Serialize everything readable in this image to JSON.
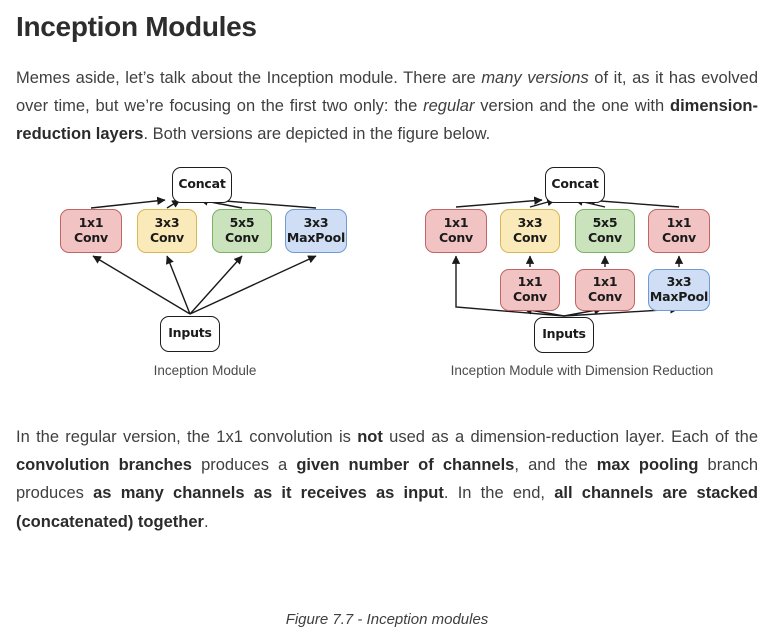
{
  "page": {
    "title": "Inception Modules",
    "intro_paragraph": {
      "segments": [
        {
          "text": "Memes aside, let’s talk about the Inception module. There are ",
          "style": "normal"
        },
        {
          "text": "many versions",
          "style": "italic"
        },
        {
          "text": " of it, as it has evolved over time, but we’re focusing on the first two only: the ",
          "style": "normal"
        },
        {
          "text": "regular",
          "style": "italic"
        },
        {
          "text": " version and the one with ",
          "style": "normal"
        },
        {
          "text": "dimension-reduction layers",
          "style": "bold"
        },
        {
          "text": ". Both versions are depicted in the figure below.",
          "style": "normal"
        }
      ]
    },
    "closing_paragraph": {
      "segments": [
        {
          "text": "In the regular version, the 1x1 convolution is ",
          "style": "normal"
        },
        {
          "text": "not",
          "style": "bold"
        },
        {
          "text": " used as a dimension-reduction layer. Each of the ",
          "style": "normal"
        },
        {
          "text": "convolution branches",
          "style": "bold"
        },
        {
          "text": " produces a ",
          "style": "normal"
        },
        {
          "text": "given number of channels",
          "style": "bold"
        },
        {
          "text": ", and the ",
          "style": "normal"
        },
        {
          "text": "max pooling",
          "style": "bold"
        },
        {
          "text": " branch produces ",
          "style": "normal"
        },
        {
          "text": "as many channels as it receives as input",
          "style": "bold"
        },
        {
          "text": ". In the end, ",
          "style": "normal"
        },
        {
          "text": "all channels are stacked (concatenated) together",
          "style": "bold"
        },
        {
          "text": ".",
          "style": "normal"
        }
      ]
    }
  },
  "figure": {
    "caption": "Figure 7.7 - Inception modules",
    "colors": {
      "red": "#f2c3c3",
      "red_border": "#c06464",
      "yellow": "#fbeab9",
      "yellow_border": "#d8b756",
      "green": "#cbe3bc",
      "green_border": "#79b363",
      "blue": "#cfdef4",
      "blue_border": "#6f9bd2",
      "plain": "#ffffff",
      "edge": "#1a1a1a"
    },
    "diagrams": [
      {
        "id": "left",
        "label": "Inception Module",
        "nodes": [
          {
            "id": "concat",
            "line1": "Concat",
            "line2": "",
            "color": "plain"
          },
          {
            "id": "conv1x1",
            "line1": "1x1",
            "line2": "Conv",
            "color": "red"
          },
          {
            "id": "conv3x3",
            "line1": "3x3",
            "line2": "Conv",
            "color": "yellow"
          },
          {
            "id": "conv5x5",
            "line1": "5x5",
            "line2": "Conv",
            "color": "green"
          },
          {
            "id": "maxpool",
            "line1": "3x3",
            "line2": "MaxPool",
            "color": "blue"
          },
          {
            "id": "inputs",
            "line1": "Inputs",
            "line2": "",
            "color": "plain"
          }
        ]
      },
      {
        "id": "right",
        "label": "Inception Module with Dimension Reduction",
        "nodes": [
          {
            "id": "concat",
            "line1": "Concat",
            "line2": "",
            "color": "plain"
          },
          {
            "id": "conv1x1-a",
            "line1": "1x1",
            "line2": "Conv",
            "color": "red"
          },
          {
            "id": "conv3x3",
            "line1": "3x3",
            "line2": "Conv",
            "color": "yellow"
          },
          {
            "id": "conv5x5",
            "line1": "5x5",
            "line2": "Conv",
            "color": "green"
          },
          {
            "id": "conv1x1-b",
            "line1": "1x1",
            "line2": "Conv",
            "color": "red"
          },
          {
            "id": "red1x1-a",
            "line1": "1x1",
            "line2": "Conv",
            "color": "red"
          },
          {
            "id": "red1x1-b",
            "line1": "1x1",
            "line2": "Conv",
            "color": "red"
          },
          {
            "id": "maxpool",
            "line1": "3x3",
            "line2": "MaxPool",
            "color": "blue"
          },
          {
            "id": "inputs",
            "line1": "Inputs",
            "line2": "",
            "color": "plain"
          }
        ]
      }
    ]
  }
}
